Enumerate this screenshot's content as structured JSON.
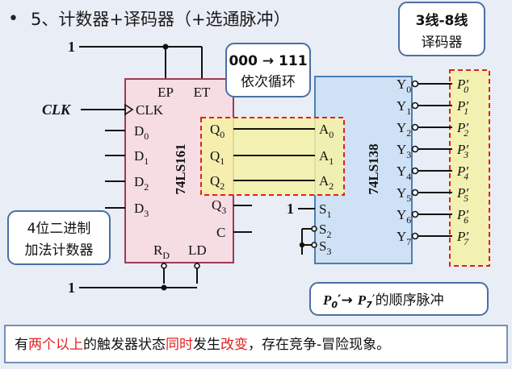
{
  "slide": {
    "bullet": "•",
    "title": "5、计数器+译码器（+选通脉冲）"
  },
  "colors": {
    "background": "#e9edf5",
    "counter_fill": "#f6dce3",
    "counter_stroke": "#9a3b55",
    "decoder_fill": "#cfe1f5",
    "decoder_stroke": "#4a7fb5",
    "highlight_fill": "#f4f1a6",
    "highlight_stroke": "#e02020",
    "accent_red": "#e02020"
  },
  "counter": {
    "chip_label": "74LS161",
    "pins_top": [
      "EP",
      "ET"
    ],
    "clk_input": "CLK",
    "clk_pin": "CLK",
    "d_pins": [
      {
        "main": "D",
        "sub": "0"
      },
      {
        "main": "D",
        "sub": "1"
      },
      {
        "main": "D",
        "sub": "2"
      },
      {
        "main": "D",
        "sub": "3"
      }
    ],
    "q_pins": [
      {
        "main": "Q",
        "sub": "0"
      },
      {
        "main": "Q",
        "sub": "1"
      },
      {
        "main": "Q",
        "sub": "2"
      },
      {
        "main": "Q",
        "sub": "3"
      }
    ],
    "carry_pin": "C",
    "bottom_pins": [
      {
        "main": "R",
        "sub": "D"
      },
      {
        "main": "LD",
        "sub": ""
      }
    ],
    "logic_one_top": "1",
    "logic_one_bottom": "1"
  },
  "decoder": {
    "chip_label": "74LS138",
    "a_pins": [
      {
        "main": "A",
        "sub": "0"
      },
      {
        "main": "A",
        "sub": "1"
      },
      {
        "main": "A",
        "sub": "2"
      }
    ],
    "s_pins": [
      {
        "main": "S",
        "sub": "1"
      },
      {
        "main": "S",
        "sub": "2"
      },
      {
        "main": "S",
        "sub": "3"
      }
    ],
    "logic_one": "1",
    "y_pins": [
      {
        "main": "Y",
        "sub": "0"
      },
      {
        "main": "Y",
        "sub": "1"
      },
      {
        "main": "Y",
        "sub": "2"
      },
      {
        "main": "Y",
        "sub": "3"
      },
      {
        "main": "Y",
        "sub": "4"
      },
      {
        "main": "Y",
        "sub": "5"
      },
      {
        "main": "Y",
        "sub": "6"
      },
      {
        "main": "Y",
        "sub": "7"
      }
    ],
    "p_outputs": [
      {
        "main": "P",
        "sub": "0",
        "prime": "′"
      },
      {
        "main": "P",
        "sub": "1",
        "prime": "′"
      },
      {
        "main": "P",
        "sub": "2",
        "prime": "′"
      },
      {
        "main": "P",
        "sub": "3",
        "prime": "′"
      },
      {
        "main": "P",
        "sub": "4",
        "prime": "′"
      },
      {
        "main": "P",
        "sub": "5",
        "prime": "′"
      },
      {
        "main": "P",
        "sub": "6",
        "prime": "′"
      },
      {
        "main": "P",
        "sub": "7",
        "prime": "′"
      }
    ]
  },
  "callouts": {
    "cycle_line1": "000 → 111",
    "cycle_line2": "依次循环",
    "decoder_line1": "3线-8线",
    "decoder_line2": "译码器",
    "adder_line1": "4位二进制",
    "adder_line2": "加法计数器",
    "pulse_p0": "P",
    "pulse_p0_sub": "0",
    "pulse_arrow": "′→ ",
    "pulse_p7": "P",
    "pulse_p7_sub": "7",
    "pulse_rest": "′的顺序脉冲"
  },
  "note": {
    "seg1": "有",
    "seg2": "两个以上",
    "seg3": "的触发器状态",
    "seg4": "同时",
    "seg5": "发生",
    "seg6": "改变",
    "seg7": "，存在竞争-冒险现象。"
  }
}
